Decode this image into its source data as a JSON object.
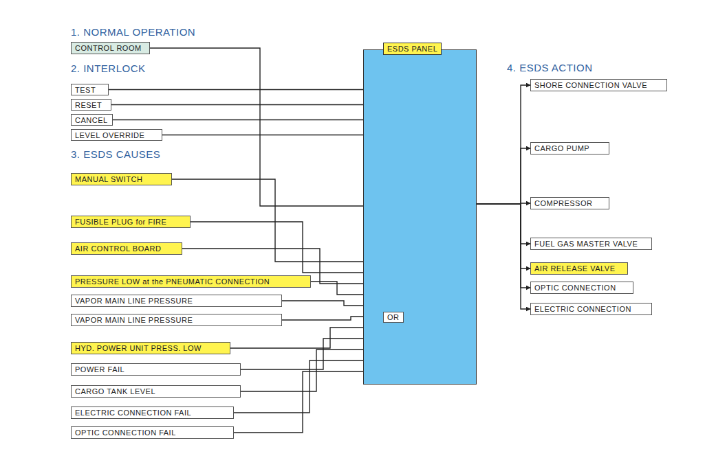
{
  "diagram": {
    "nodes": [
      {
        "text": [
          "CONTROL ROOM"
        ]
      },
      {
        "text": [
          "TEST"
        ]
      },
      {
        "text": [
          "RESET"
        ]
      },
      {
        "text": [
          "CANCEL"
        ]
      },
      {
        "text": [
          "LEVEL OVERRIDE"
        ]
      },
      {
        "text": [
          "ESDS PANEL"
        ]
      },
      {
        "text": [
          "OR"
        ],
        "in": 5
      },
      {
        "text": [
          "MANUAL SWITCH"
        ]
      },
      {
        "text": [
          "FUSIBLE PLUG for FIRE"
        ]
      },
      {
        "text": [
          "AIR CONTROL BOARD"
        ]
      },
      {
        "text": [
          "PRESSURE LOW at the PNEUMATIC CONNECTION"
        ]
      },
      {
        "text": [
          "VAPOR MAIN LINE PRESSURE"
        ]
      },
      {
        "text": [
          "VAPOR MAIN LINE PRESSURE"
        ]
      },
      {
        "text": [
          "HYD. POWER UNIT PRESS. LOW"
        ]
      },
      {
        "text": [
          "POWER FAIL"
        ]
      },
      {
        "text": [
          "CARGO TANK LEVEL"
        ]
      },
      {
        "text": [
          "ELECTRIC CONNECTION FAIL"
        ]
      },
      {
        "text": [
          "OPTIC CONNECTION FAIL"
        ]
      },
      {
        "text": [
          "SHORE CONNECTION VALVE"
        ]
      },
      {
        "text": [
          "CARGO PUMP"
        ]
      },
      {
        "text": [
          "COMPRESSOR"
        ]
      },
      {
        "text": [
          "FUEL GAS MASTER VALVE"
        ]
      },
      {
        "text": [
          "AIR RELEASE VALVE"
        ]
      },
      {
        "text": [
          "OPTIC CONNECTION"
        ]
      },
      {
        "text": [
          "ELECTRIC CONNECTION"
        ]
      }
    ],
    "edges": [
      {
        "from": 0,
        "to": 5,
        "arrow": "to"
      },
      {
        "from": 1,
        "to": 5,
        "arrow": "none"
      },
      {
        "from": 2,
        "to": 5,
        "arrow": "none"
      },
      {
        "from": 3,
        "to": 5,
        "arrow": "none"
      },
      {
        "from": 4,
        "to": 5,
        "arrow": "none"
      },
      {
        "from": 7,
        "to": 6,
        "arrow": "none"
      },
      {
        "from": 8,
        "to": 6,
        "arrow": "none"
      },
      {
        "from": 9,
        "to": 6,
        "arrow": "none"
      },
      {
        "from": 10,
        "to": 6,
        "arrow": "none"
      },
      {
        "from": 11,
        "to": 6,
        "arrow": "none"
      },
      {
        "from": 12,
        "to": 6,
        "arrow": "none"
      },
      {
        "from": 13,
        "to": 6,
        "arrow": "none"
      },
      {
        "from": 14,
        "to": 6,
        "arrow": "none"
      },
      {
        "from": 15,
        "to": 6,
        "arrow": "none"
      },
      {
        "from": 16,
        "to": 6,
        "arrow": "none"
      },
      {
        "from": 17,
        "to": 6,
        "arrow": "none"
      },
      {
        "from": 5,
        "to": 18,
        "arrow": "to"
      },
      {
        "from": 5,
        "to": 19,
        "arrow": "to"
      },
      {
        "from": 5,
        "to": 20,
        "arrow": "to"
      },
      {
        "from": 5,
        "to": 21,
        "arrow": "to"
      },
      {
        "from": 5,
        "to": 22,
        "arrow": "to"
      },
      {
        "from": 5,
        "to": 23,
        "arrow": "to"
      },
      {
        "from": 5,
        "to": 24,
        "arrow": "to"
      }
    ],
    "labels": [
      "1. NORMAL OPERATION",
      "2. INTERLOCK",
      "3. ESDS CAUSES",
      "4. ESDS ACTION"
    ]
  }
}
